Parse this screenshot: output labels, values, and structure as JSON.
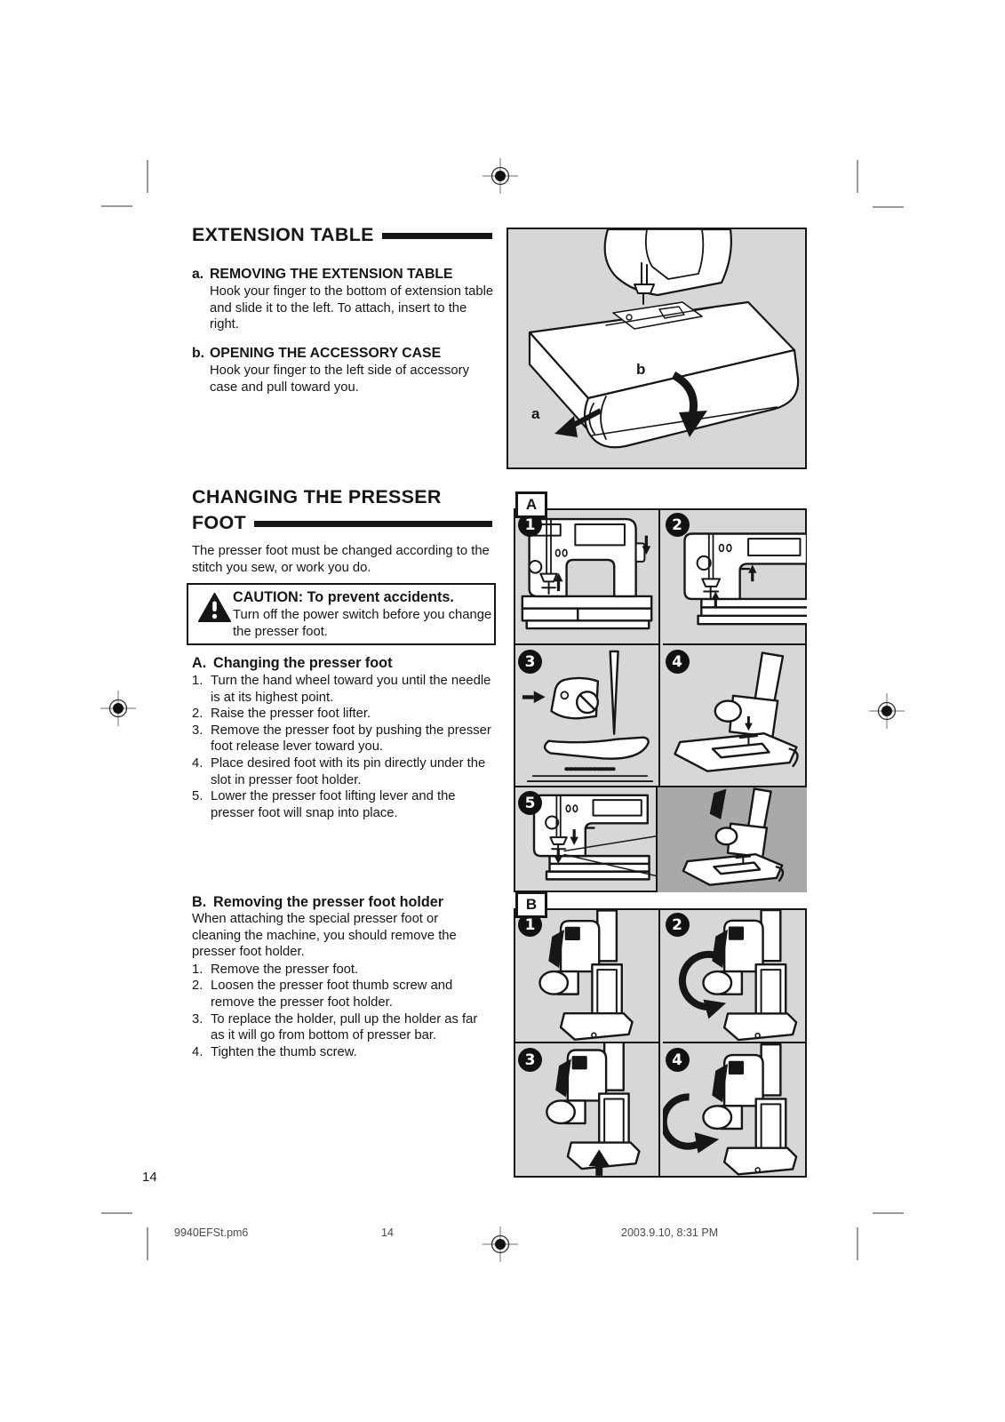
{
  "colors": {
    "panel_bg": "#d7d7d7",
    "panel_bg_dark": "#a9a9a9",
    "ink": "#161616"
  },
  "page_number": "14",
  "footer": {
    "filename": "9940EFSt.pm6",
    "page": "14",
    "datetime": "2003.9.10, 8:31 PM"
  },
  "ext": {
    "title": "EXTENSION TABLE",
    "item_a": {
      "label": "a.",
      "heading": "REMOVING THE EXTENSION TABLE",
      "body": "Hook your finger to the bottom of extension table and slide it to the left. To attach, insert to the right."
    },
    "item_b": {
      "label": "b.",
      "heading": "OPENING THE ACCESSORY CASE",
      "body": "Hook your finger to the left side of accessory case and pull toward you."
    },
    "figure": {
      "label_a": "a",
      "label_b": "b"
    }
  },
  "cpf": {
    "title_line1": "CHANGING THE PRESSER",
    "title_line2": "FOOT",
    "intro": "The presser foot must be changed according to the stitch you sew, or work you do.",
    "caution": {
      "heading": "CAUTION: To prevent accidents.",
      "body": "Turn off the power switch before you change the presser foot."
    },
    "part_a": {
      "label": "A.",
      "heading": "Changing the presser foot",
      "steps": [
        {
          "n": "1.",
          "t": "Turn the hand wheel toward you until the needle is at its highest point."
        },
        {
          "n": "2.",
          "t": "Raise the presser foot lifter."
        },
        {
          "n": "3.",
          "t": "Remove the presser foot by pushing the presser foot release lever toward you."
        },
        {
          "n": "4.",
          "t": "Place desired foot with its pin directly under the slot in presser foot holder."
        },
        {
          "n": "5.",
          "t": "Lower the presser foot lifting lever and the presser foot will snap into place."
        }
      ]
    },
    "part_b": {
      "label": "B.",
      "heading": "Removing the presser foot holder",
      "intro": "When attaching the special presser foot or cleaning the machine, you should remove the presser foot holder.",
      "steps": [
        {
          "n": "1.",
          "t": "Remove the presser foot."
        },
        {
          "n": "2.",
          "t": "Loosen the presser foot thumb screw and remove the presser foot holder."
        },
        {
          "n": "3.",
          "t": "To replace the holder, pull up the holder as far as it will go from bottom of presser bar."
        },
        {
          "n": "4.",
          "t": "Tighten the thumb screw."
        }
      ]
    }
  },
  "figures": {
    "panel_a": {
      "label": "A",
      "steps": [
        "1",
        "2",
        "3",
        "4",
        "5"
      ]
    },
    "panel_b": {
      "label": "B",
      "steps": [
        "1",
        "2",
        "3",
        "4"
      ]
    }
  }
}
